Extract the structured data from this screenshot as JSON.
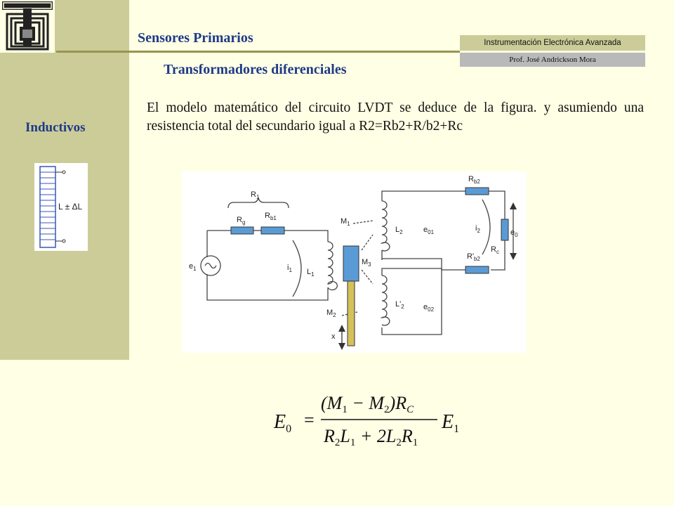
{
  "header": {
    "title": "Sensores Primarios",
    "subtitle": "Transformadores diferenciales",
    "course": "Instrumentación Electrónica Avanzada",
    "professor": "Prof. José Andrickson Mora"
  },
  "sidebar": {
    "section_label": "Inductivos",
    "inductor_label": "L ± ΔL"
  },
  "body": {
    "paragraph": "El modelo matemático del circuito LVDT se deduce de la figura. y asumiendo una resistencia total del secundario igual a R2=Rb2+R/b2+Rc"
  },
  "circuit": {
    "labels": {
      "r1": "R",
      "r1_sub": "1",
      "rg": "R",
      "rg_sub": "g",
      "rb1": "R",
      "rb1_sub": "b1",
      "m1": "M",
      "m1_sub": "1",
      "m2": "M",
      "m2_sub": "2",
      "m3": "M",
      "m3_sub": "3",
      "l1": "L",
      "l1_sub": "1",
      "i1": "i",
      "i1_sub": "1",
      "e1": "e",
      "e1_sub": "1",
      "l2": "L",
      "l2_sub": "2",
      "l2p": "L'",
      "l2p_sub": "2",
      "e01": "e",
      "e01_sub": "01",
      "e02": "e",
      "e02_sub": "02",
      "i2": "i",
      "i2_sub": "2",
      "rb2": "R",
      "rb2_sub": "b2",
      "rb2p": "R'",
      "rb2p_sub": "b2",
      "rc": "R",
      "rc_sub": "c",
      "e0": "e",
      "e0_sub": "0",
      "x": "x"
    }
  },
  "formula": {
    "lhs": "E",
    "lhs_sub": "0",
    "eq": "=",
    "num_open": "(M",
    "num_m1_sub": "1",
    "num_minus": " − M",
    "num_m2_sub": "2",
    "num_close": ")R",
    "num_rc_sub": "C",
    "den_r2": "R",
    "den_r2_sub": "2",
    "den_l1": "L",
    "den_l1_sub": "1",
    "den_plus": " + 2L",
    "den_l2_sub": "2",
    "den_r1": "R",
    "den_r1_sub": "1",
    "rhs": "E",
    "rhs_sub": "1"
  },
  "colors": {
    "background": "#FFFFE5",
    "sidebar": "#CCCC99",
    "title": "#1F3A88",
    "core": "#5b9bd5",
    "rod": "#d4c15a"
  }
}
